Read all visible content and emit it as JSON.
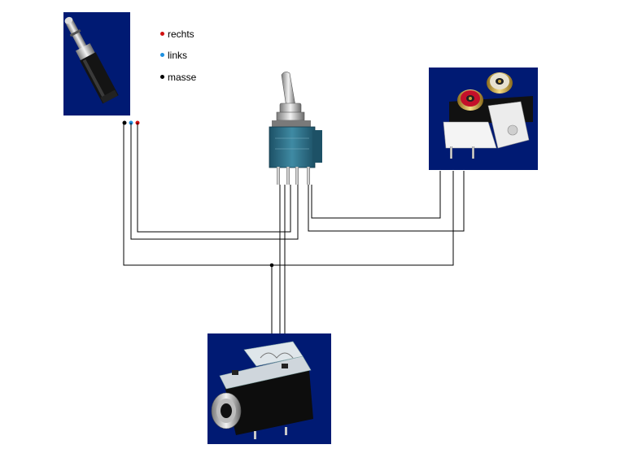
{
  "legend": [
    {
      "label": "rechts",
      "color": "#d01010"
    },
    {
      "label": "links",
      "color": "#1e90e0"
    },
    {
      "label": "masse",
      "color": "#000000"
    }
  ],
  "colors": {
    "panel": "#001a73",
    "panel_dark": "#000f4a",
    "wire": "#000000",
    "switch_body": "#2a6d83",
    "rca_red": "#c4102a",
    "rca_white": "#e8e2d0",
    "gold": "#c9a43a"
  },
  "components": {
    "plug": "mono-jack-plug",
    "switch": "toggle-switch",
    "rca": "rca-socket-pair",
    "jack": "stereo-jack-socket"
  }
}
